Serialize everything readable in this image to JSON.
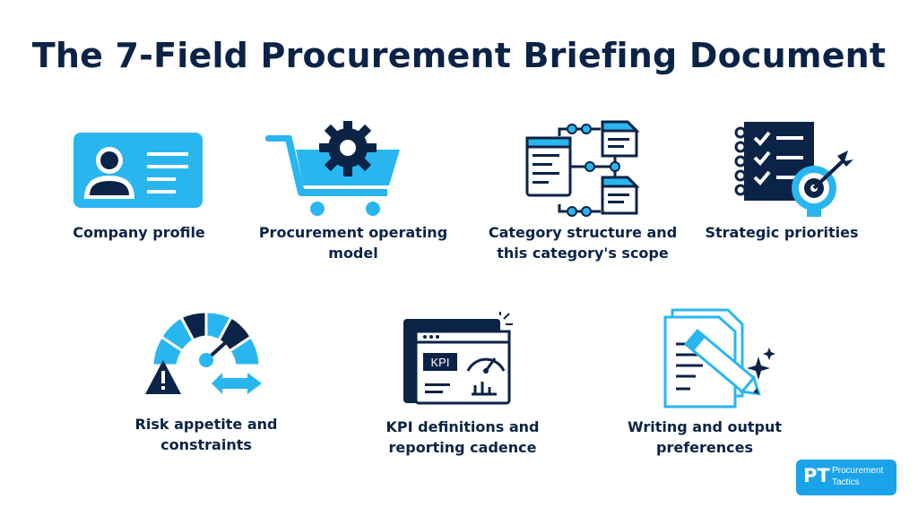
{
  "title": "The 7-Field Procurement Briefing Document",
  "colors": {
    "navy": "#0b2347",
    "blue": "#29b6ef",
    "light_blue": "#8fd8f7"
  },
  "fields": [
    {
      "label_line1": "Company profile",
      "label_line2": "",
      "icon": "id-card-icon"
    },
    {
      "label_line1": "Procurement operating",
      "label_line2": "model",
      "icon": "cart-gear-icon"
    },
    {
      "label_line1": "Category structure and",
      "label_line2": "this category's scope",
      "icon": "document-flow-icon"
    },
    {
      "label_line1": "Strategic priorities",
      "label_line2": "",
      "icon": "checklist-target-icon"
    },
    {
      "label_line1": "Risk appetite and",
      "label_line2": "constraints",
      "icon": "risk-gauge-icon"
    },
    {
      "label_line1": "KPI definitions and",
      "label_line2": "reporting cadence",
      "icon": "kpi-dashboard-icon"
    },
    {
      "label_line1": "Writing and output",
      "label_line2": "preferences",
      "icon": "pen-document-icon"
    }
  ],
  "kpi_badge": "KPI",
  "logo": {
    "initials": "PT",
    "line1": "Procurement",
    "line2": "Tactics"
  }
}
